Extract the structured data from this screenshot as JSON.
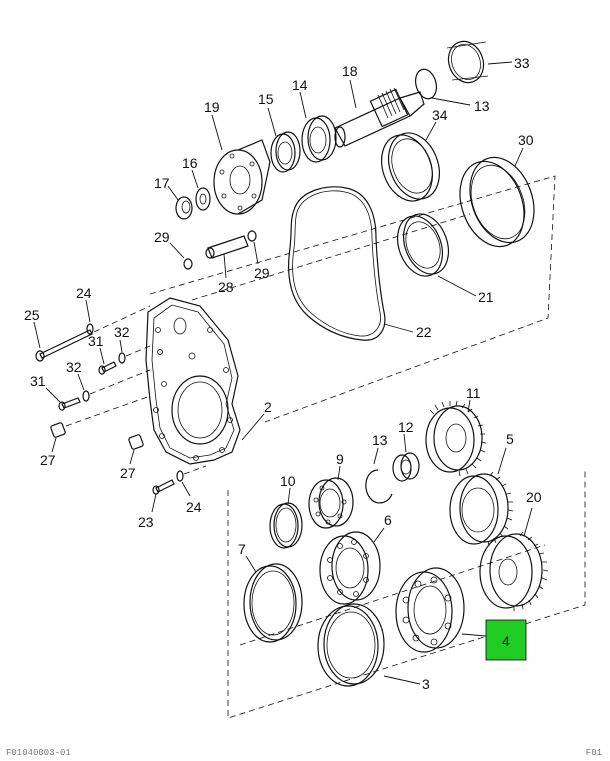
{
  "labels": {
    "p33": "33",
    "p18": "18",
    "p13a": "13",
    "p14": "14",
    "p15": "15",
    "p19": "19",
    "p34": "34",
    "p30": "30",
    "p16": "16",
    "p17": "17",
    "p29a": "29",
    "p29b": "29",
    "p28": "28",
    "p21": "21",
    "p22": "22",
    "p25": "25",
    "p24a": "24",
    "p31a": "31",
    "p32a": "32",
    "p31b": "31",
    "p32b": "32",
    "p27a": "27",
    "p2": "2",
    "p27b": "27",
    "p23": "23",
    "p24b": "24",
    "p11": "11",
    "p12": "12",
    "p13b": "13",
    "p9": "9",
    "p10": "10",
    "p5": "5",
    "p20": "20",
    "p6": "6",
    "p7": "7",
    "p4": "4",
    "p3": "3"
  },
  "callout": {
    "label": "4",
    "fill": "#22cc22"
  },
  "colors": {
    "line": "#111111",
    "highlight": "#22cc22"
  },
  "footer": {
    "left": "F01040003-01",
    "right": "F01"
  }
}
